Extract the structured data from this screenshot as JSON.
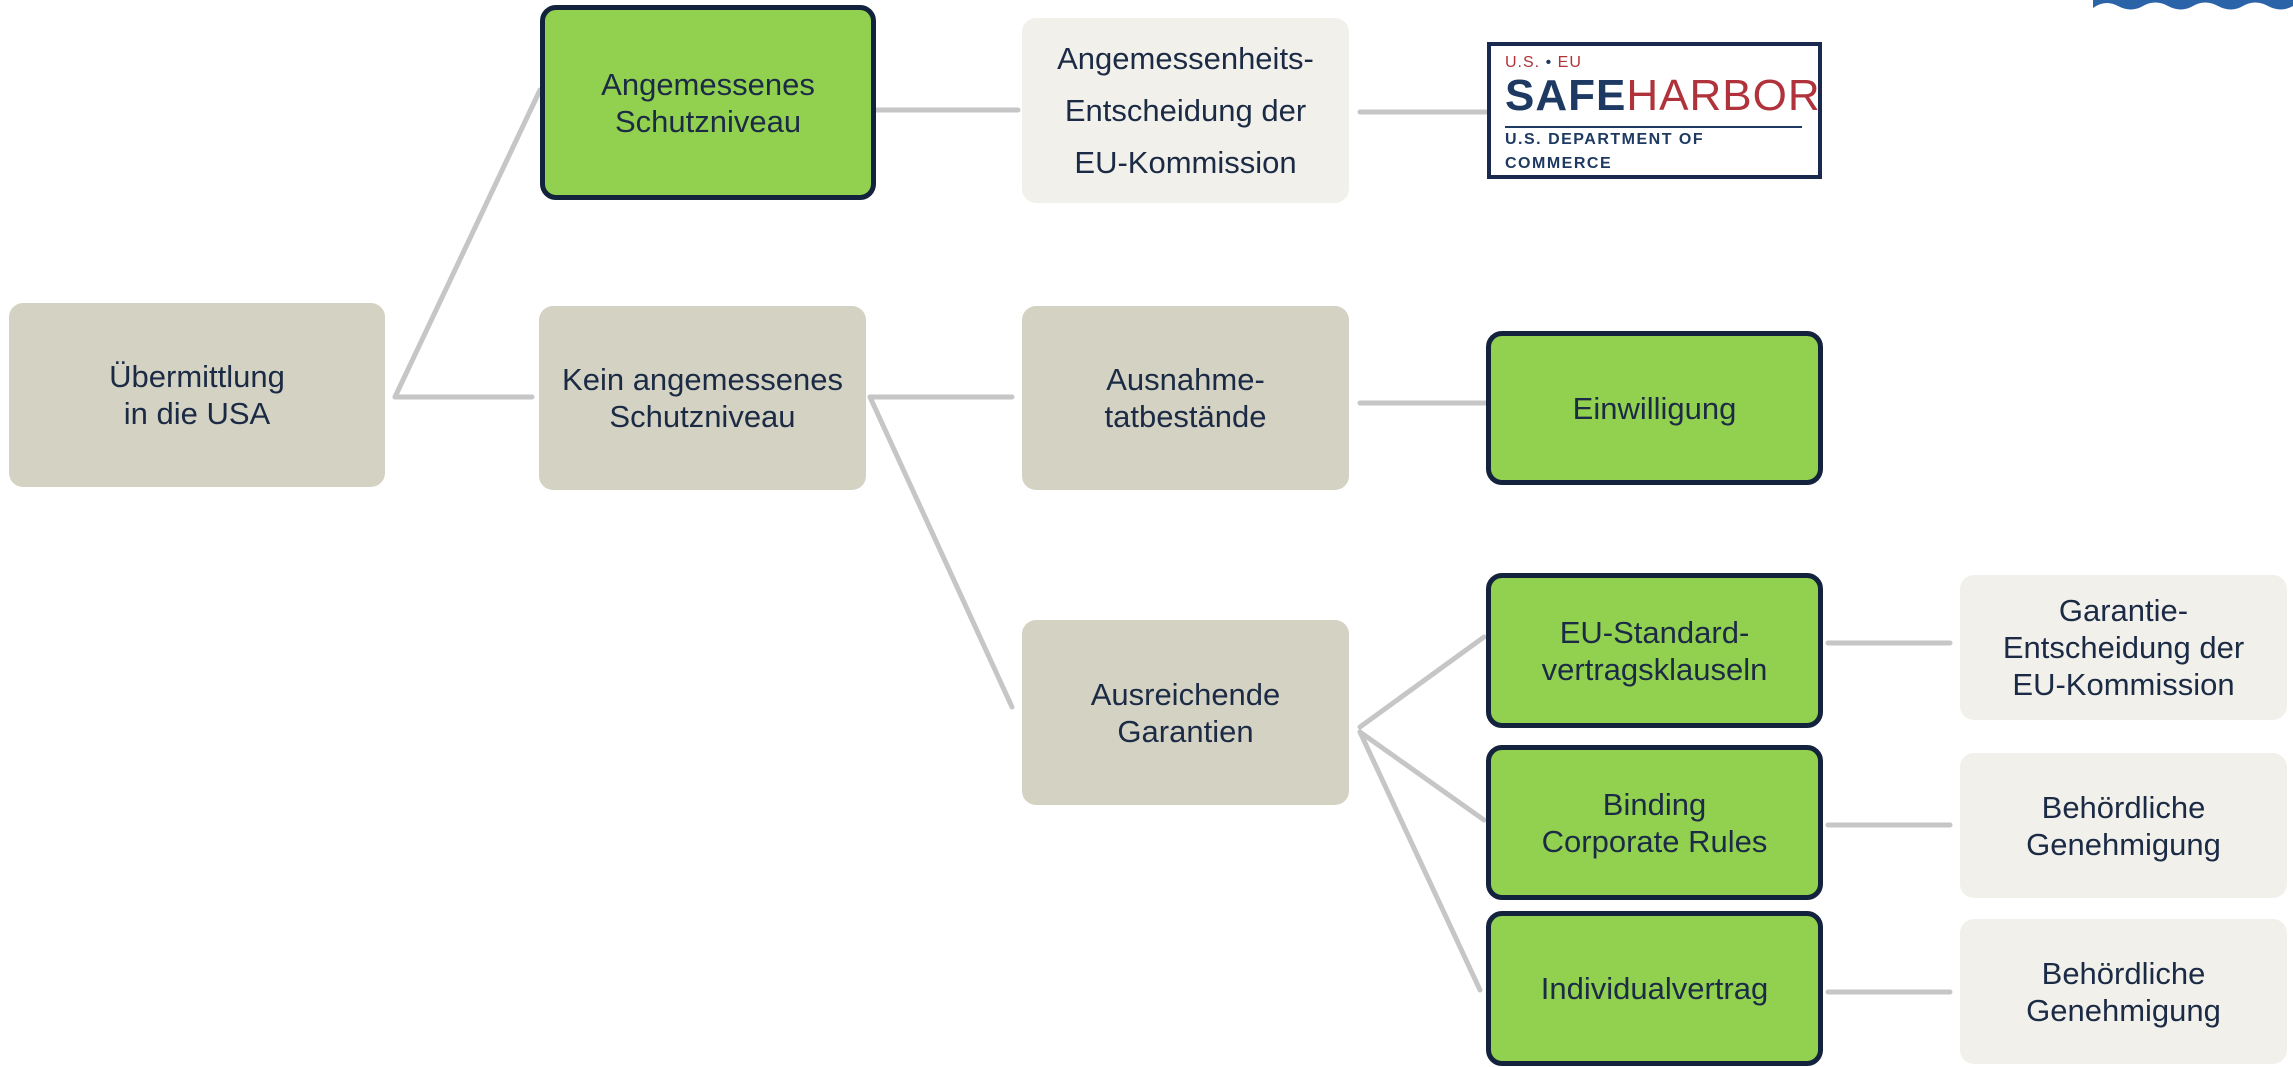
{
  "root": {
    "label": "Übermittlung\nin die USA"
  },
  "branches": {
    "adequate": {
      "label": "Angemessenes\nSchutzniveau"
    },
    "not_adequate": {
      "label": "Kein angemessenes\nSchutzniveau"
    }
  },
  "level2": {
    "adequacy_decision": {
      "label": "Angemessenheits-\nEntscheidung der\nEU-Kommission"
    },
    "exceptions": {
      "label": "Ausnahme-\ntatbestände"
    },
    "safeguards": {
      "label": "Ausreichende\nGarantien"
    }
  },
  "safe_harbor_logo": {
    "tag_left": "U.S.",
    "tag_sep": "•",
    "tag_right": "EU",
    "brand_part1": "SAFE",
    "brand_part2": "HARBOR",
    "department": "U.S. DEPARTMENT OF COMMERCE"
  },
  "level3": {
    "consent": {
      "label": "Einwilligung"
    },
    "standard_clauses": {
      "label": "EU-Standard-\nvertragsklauseln"
    },
    "bcr": {
      "label": "Binding\nCorporate Rules"
    },
    "individual_contract": {
      "label": "Individualvertrag"
    }
  },
  "level4": {
    "guarantee_decision": {
      "label": "Garantie-\nEntscheidung der\nEU-Kommission"
    },
    "approval_bcr": {
      "label": "Behördliche\nGenehmigung"
    },
    "approval_contract": {
      "label": "Behördliche\nGenehmigung"
    }
  },
  "colors": {
    "highlight_green": "#92d14f",
    "box_taupe": "#d4d2c2",
    "box_cream": "#f1f0ea",
    "border_navy": "#13233d",
    "connector_gray": "#c6c6c6"
  }
}
